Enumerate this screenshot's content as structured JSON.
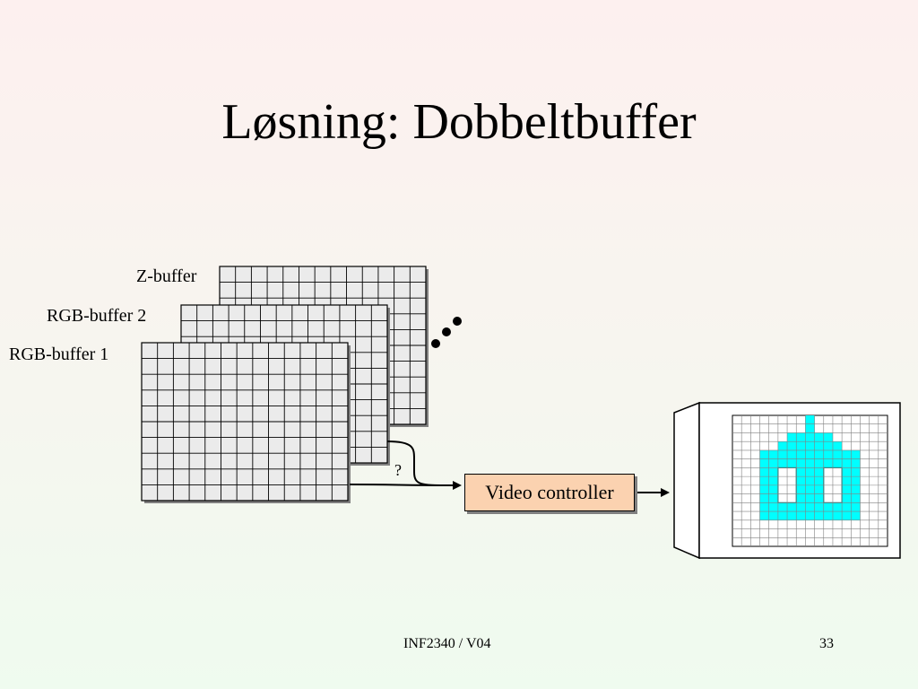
{
  "title": "Løsning: Dobbeltbuffer",
  "diagram": {
    "buffers": {
      "z": "Z-buffer",
      "rgb2": "RGB-buffer 2",
      "rgb1": "RGB-buffer 1"
    },
    "question_mark": "?",
    "video_controller": "Video controller"
  },
  "footer": {
    "course": "INF2340 / V04",
    "page": "33"
  },
  "colors": {
    "grid_fill": "#ebebeb",
    "controller_fill": "#fbd2b0",
    "sprite": "#00ffff"
  },
  "icons": [
    "ellipsis-dots-icon",
    "arrow-right-icon",
    "monitor-icon"
  ]
}
